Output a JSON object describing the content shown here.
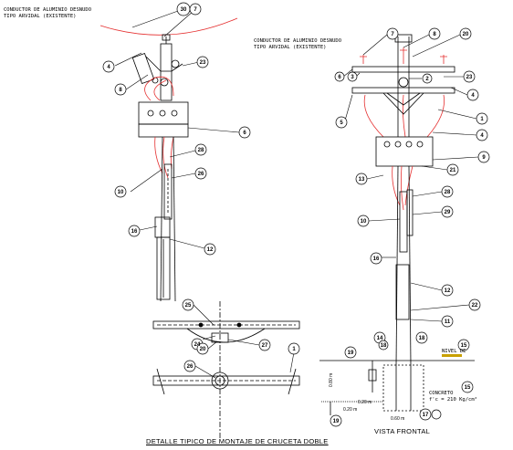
{
  "notes": {
    "left_line1": "CONDUCTOR DE ALUMINIO DESNUDO",
    "left_line2": "TIPO ARVIDAL (EXISTENTE)",
    "right_line1": "CONDUCTOR DE ALUMINIO DESNUDO",
    "right_line2": "TIPO ARVIDAL (EXISTENTE)"
  },
  "captions": {
    "crossarm_detail": "DETALLE TIPICO DE MONTAJE DE CRUCETA DOBLE",
    "front_view": "VISTA FRONTAL"
  },
  "ground_label": "NIVEL DE",
  "concrete": {
    "line1": "CONCRETO",
    "line2": "f'c = 210 Kg/cm²"
  },
  "dimensions": {
    "d1": "0.20 m",
    "d2": "0.20 m",
    "d3": "0.80 m",
    "d4": "0.60 m"
  },
  "callouts_left": {
    "c30": "30",
    "c7": "7",
    "c4": "4",
    "c8": "8",
    "c23": "23",
    "c6": "6",
    "c28": "28",
    "c26": "26",
    "c10": "10",
    "c16": "16",
    "c12": "12"
  },
  "callouts_right": {
    "c7": "7",
    "c8": "8",
    "c20": "20",
    "c6": "6",
    "c3": "3",
    "c2": "2",
    "c23": "23",
    "c4a": "4",
    "c5": "5",
    "c1": "1",
    "c4b": "4",
    "c9": "9",
    "c21": "21",
    "c13": "13",
    "c28": "28",
    "c29": "29",
    "c10": "10",
    "c16": "16",
    "c12": "12",
    "c22": "22",
    "c11": "11",
    "c14": "14",
    "c18a": "18",
    "c18b": "18",
    "c19": "19",
    "c15": "15",
    "c17": "17",
    "c15b": "15"
  },
  "callouts_detail": {
    "c25": "25",
    "c24": "24",
    "c27": "27",
    "c20": "20",
    "c1": "1",
    "c26": "26",
    "c19": "19"
  }
}
